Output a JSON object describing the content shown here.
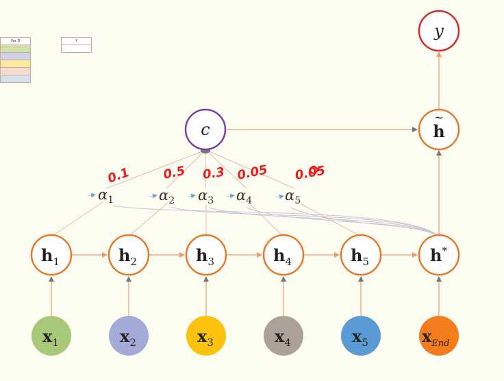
{
  "legend_table": {
    "var_header": "Var D",
    "y_header": "Y",
    "swatch_colors": [
      "#cfe0a8",
      "#cfd3e8",
      "#fde9a0",
      "#f6ddd0",
      "#d6e0ea"
    ]
  },
  "inputs": [
    {
      "base": "x",
      "sub": "1",
      "color": "#a8c87a"
    },
    {
      "base": "x",
      "sub": "2",
      "color": "#a5abd9"
    },
    {
      "base": "x",
      "sub": "3",
      "color": "#fcc20d"
    },
    {
      "base": "x",
      "sub": "4",
      "color": "#aba198"
    },
    {
      "base": "x",
      "sub": "5",
      "color": "#5b9bd5"
    },
    {
      "base": "x",
      "sub": "End",
      "color": "#f47c1c"
    }
  ],
  "hidden_states": [
    {
      "base": "h",
      "sub": "1"
    },
    {
      "base": "h",
      "sub": "2"
    },
    {
      "base": "h",
      "sub": "3"
    },
    {
      "base": "h",
      "sub": "4"
    },
    {
      "base": "h",
      "sub": "5"
    }
  ],
  "final_state": {
    "base": "h",
    "sup": "*"
  },
  "alphas": [
    {
      "base": "α",
      "sub": "1"
    },
    {
      "base": "α",
      "sub": "2"
    },
    {
      "base": "α",
      "sub": "3"
    },
    {
      "base": "α",
      "sub": "4"
    },
    {
      "base": "α",
      "sub": "5"
    }
  ],
  "handwritten_weights": [
    "0.1",
    "0.5",
    "0.3",
    "0.05",
    "0.05"
  ],
  "context": {
    "label": "c"
  },
  "h_tilde": {
    "base": "h",
    "accent": "~"
  },
  "output": {
    "label": "y"
  },
  "colors": {
    "node_orange": "#e8792b",
    "arrow_orange": "#f0a27a",
    "context_purple": "#7b3fa6",
    "output_red": "#d42a2a",
    "handwriting_red": "#ee1c1c",
    "arrow_gray": "#888888",
    "alpha_line": "#e3b3a3",
    "blue_arrow": "#7aa7d6"
  }
}
